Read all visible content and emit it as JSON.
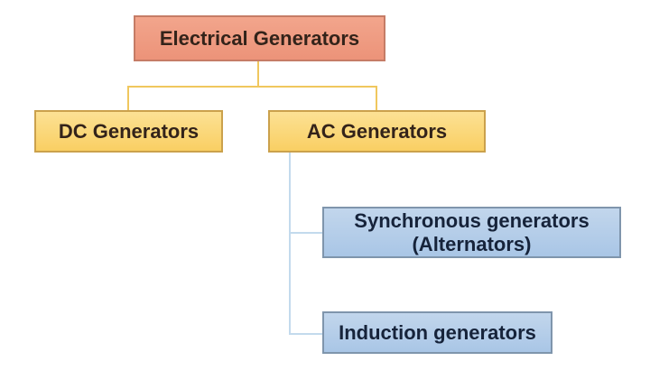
{
  "diagram": {
    "description": "Hierarchy diagram of electrical generator types",
    "root": {
      "label": "Electrical Generators"
    },
    "level2": [
      {
        "id": "dc",
        "label": "DC Generators"
      },
      {
        "id": "ac",
        "label": "AC Generators"
      }
    ],
    "level3": [
      {
        "id": "sync",
        "label": "Synchronous generators\n(Alternators)",
        "parent": "ac"
      },
      {
        "id": "induction",
        "label": "Induction generators",
        "parent": "ac"
      }
    ],
    "colors": {
      "root_fill": "#EC9379",
      "root_fill_light": "#F2A58C",
      "root_border": "#C57C66",
      "level2_fill": "#F9CF63",
      "level2_fill_light": "#FCE194",
      "level2_border": "#CBA14C",
      "level3_fill": "#A9C6E6",
      "level3_fill_light": "#C2D6EC",
      "level3_border": "#7F95AC",
      "connector_yellow": "#F0C75E",
      "connector_blue": "#C3DAED",
      "text_warm": "#33231A",
      "text_cool": "#16233A"
    }
  }
}
